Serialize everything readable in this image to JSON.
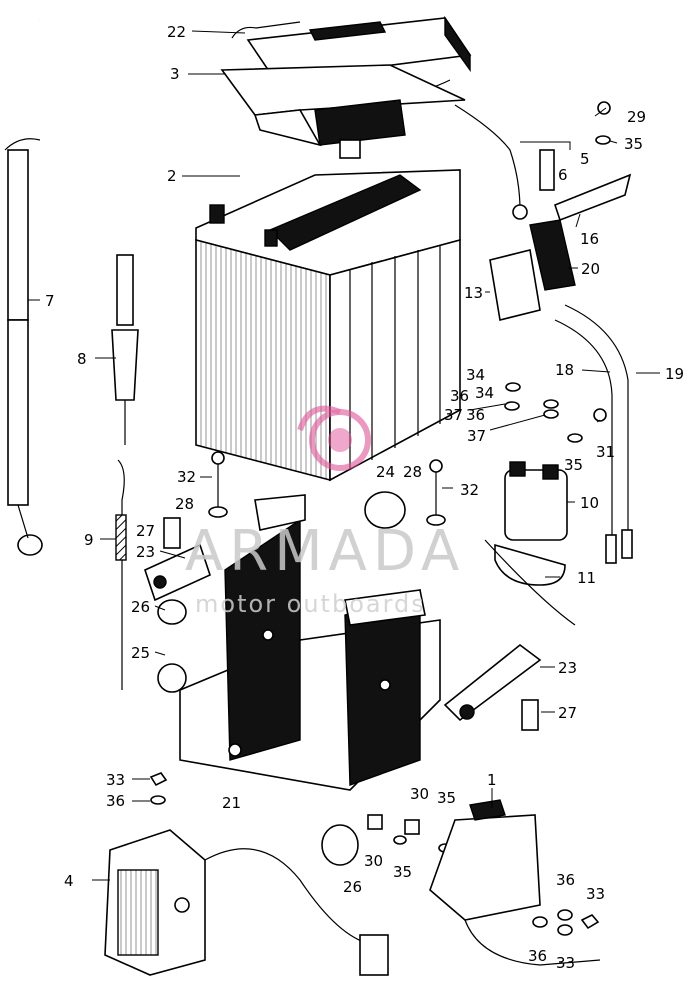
{
  "watermark": {
    "brand": "ARMADA",
    "tagline": "motor outboards",
    "accent_color": "#e0559a"
  },
  "callouts": [
    {
      "id": "c22",
      "label": "22"
    },
    {
      "id": "c3",
      "label": "3"
    },
    {
      "id": "c2",
      "label": "2"
    },
    {
      "id": "c29",
      "label": "29"
    },
    {
      "id": "c35a",
      "label": "35"
    },
    {
      "id": "c5",
      "label": "5"
    },
    {
      "id": "c6",
      "label": "6"
    },
    {
      "id": "c16",
      "label": "16"
    },
    {
      "id": "c20",
      "label": "20"
    },
    {
      "id": "c13",
      "label": "13"
    },
    {
      "id": "c7",
      "label": "7"
    },
    {
      "id": "c8",
      "label": "8"
    },
    {
      "id": "c34a",
      "label": "34"
    },
    {
      "id": "c34b",
      "label": "34"
    },
    {
      "id": "c18",
      "label": "18"
    },
    {
      "id": "c19",
      "label": "19"
    },
    {
      "id": "c36a",
      "label": "36"
    },
    {
      "id": "c37a",
      "label": "37"
    },
    {
      "id": "c36b",
      "label": "36"
    },
    {
      "id": "c37b",
      "label": "37"
    },
    {
      "id": "c35b",
      "label": "35"
    },
    {
      "id": "c31",
      "label": "31"
    },
    {
      "id": "c32a",
      "label": "32"
    },
    {
      "id": "c24",
      "label": "24"
    },
    {
      "id": "c28a",
      "label": "28"
    },
    {
      "id": "c32b",
      "label": "32"
    },
    {
      "id": "c10",
      "label": "10"
    },
    {
      "id": "c28b",
      "label": "28"
    },
    {
      "id": "c9",
      "label": "9"
    },
    {
      "id": "c27a",
      "label": "27"
    },
    {
      "id": "c23a",
      "label": "23"
    },
    {
      "id": "c11",
      "label": "11"
    },
    {
      "id": "c26a",
      "label": "26"
    },
    {
      "id": "c25",
      "label": "25"
    },
    {
      "id": "c23b",
      "label": "23"
    },
    {
      "id": "c27b",
      "label": "27"
    },
    {
      "id": "c33a",
      "label": "33"
    },
    {
      "id": "c36c",
      "label": "36"
    },
    {
      "id": "c21",
      "label": "21"
    },
    {
      "id": "c30a",
      "label": "30"
    },
    {
      "id": "c35c",
      "label": "35"
    },
    {
      "id": "c1",
      "label": "1"
    },
    {
      "id": "c4",
      "label": "4"
    },
    {
      "id": "c30b",
      "label": "30"
    },
    {
      "id": "c35d",
      "label": "35"
    },
    {
      "id": "c26b",
      "label": "26"
    },
    {
      "id": "c36d",
      "label": "36"
    },
    {
      "id": "c33b",
      "label": "33"
    },
    {
      "id": "c36e",
      "label": "36"
    },
    {
      "id": "c33c",
      "label": "33"
    }
  ]
}
